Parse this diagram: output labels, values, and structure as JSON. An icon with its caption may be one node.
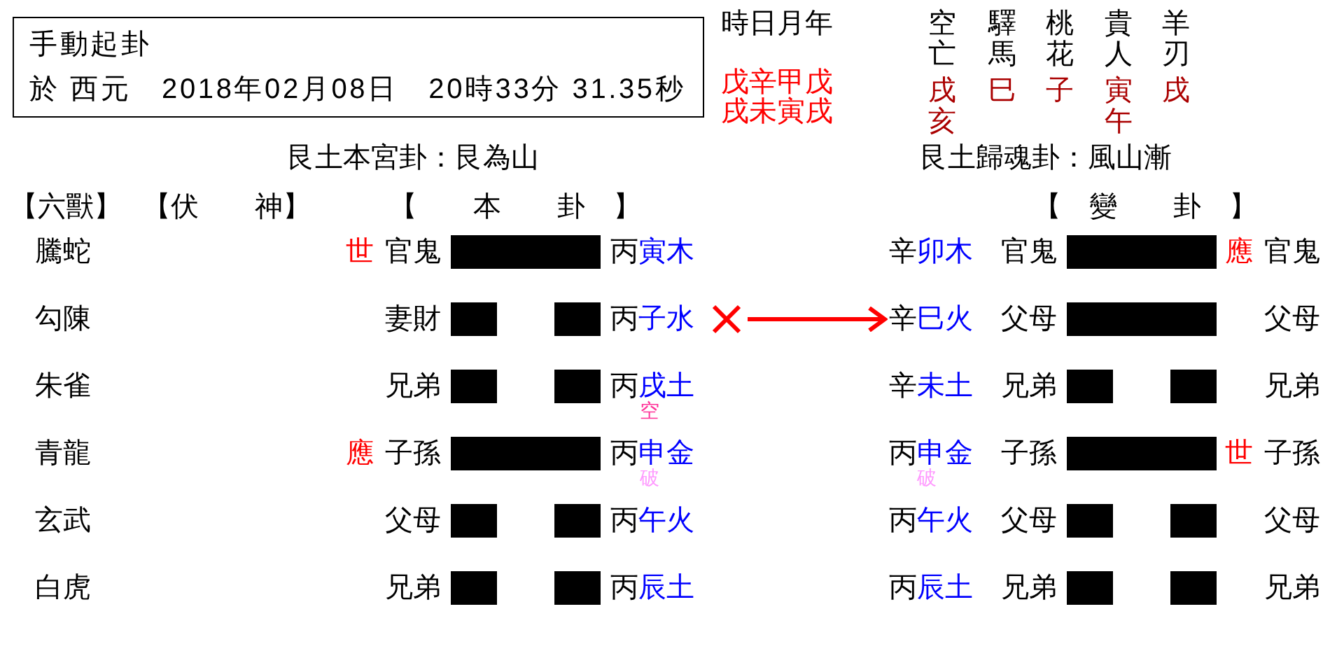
{
  "diagram": {
    "nodes": [
      {
        "text": [
          "手動起卦",
          "於 西元　2018年02月08日　20時33分 31.35秒"
        ]
      },
      {
        "text": [],
        "shape": "cross"
      },
      {
        "text": [
          "辛",
          "巳火"
        ]
      }
    ],
    "edges": [
      {
        "from": 1,
        "to": 2,
        "arrow": "to",
        "color": "#ff0000"
      }
    ],
    "labels": [
      "時日月年",
      "空亡",
      "驛馬",
      "桃花",
      "貴人",
      "羊刃",
      "戊辛甲戊",
      "戌未寅戌",
      "戌亥",
      "巳",
      "子",
      "寅午",
      "戌",
      "艮土本宮卦：艮為山",
      "艮土歸魂卦：風山漸",
      "【六獸】",
      "【伏　　神】",
      "【　　本　　卦　】",
      "【　變　　卦　】",
      "騰蛇",
      "世",
      "官鬼",
      "丙",
      "寅木",
      "辛",
      "卯木",
      "官鬼",
      "應",
      "官鬼",
      "勾陳",
      "妻財",
      "丙",
      "子水",
      "父母",
      "父母",
      "朱雀",
      "兄弟",
      "丙",
      "戌土",
      "空",
      "辛",
      "未土",
      "兄弟",
      "兄弟",
      "青龍",
      "應",
      "子孫",
      "丙",
      "申金",
      "破",
      "丙",
      "申金",
      "破",
      "子孫",
      "世",
      "子孫",
      "玄武",
      "父母",
      "丙",
      "午火",
      "丙",
      "午火",
      "父母",
      "父母",
      "白虎",
      "兄弟",
      "丙",
      "辰土",
      "丙",
      "辰土",
      "兄弟",
      "兄弟"
    ]
  }
}
